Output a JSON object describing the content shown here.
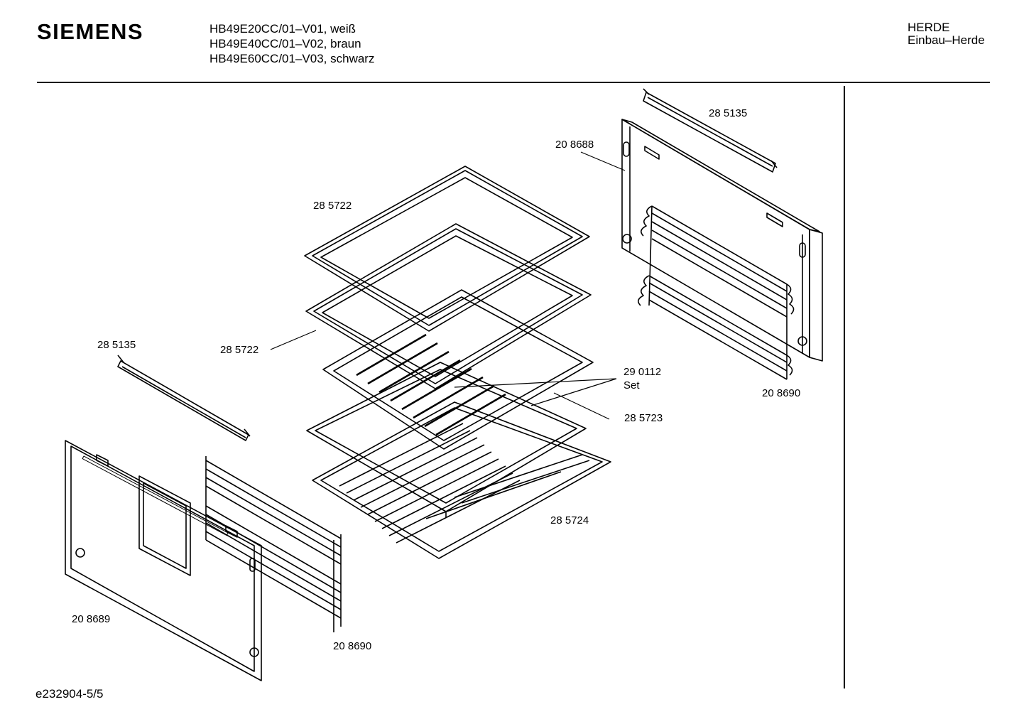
{
  "header": {
    "brand": "SIEMENS",
    "models": [
      "HB49E20CC/01–V01, weiß",
      "HB49E40CC/01–V02, braun",
      "HB49E60CC/01–V03, schwarz"
    ],
    "category": "HERDE",
    "subcategory": "Einbau–Herde"
  },
  "parts": [
    {
      "number": "28 5135"
    },
    {
      "number": "20 8688"
    },
    {
      "number": "28 5722"
    },
    {
      "number": "28 5135"
    },
    {
      "number": "28 5722"
    },
    {
      "number": "29 0112",
      "note": "Set"
    },
    {
      "number": "20 8690"
    },
    {
      "number": "28 5723"
    },
    {
      "number": "28 5724"
    },
    {
      "number": "20 8689"
    },
    {
      "number": "20 8690"
    }
  ],
  "footer": {
    "code": "e232904-5/5"
  }
}
